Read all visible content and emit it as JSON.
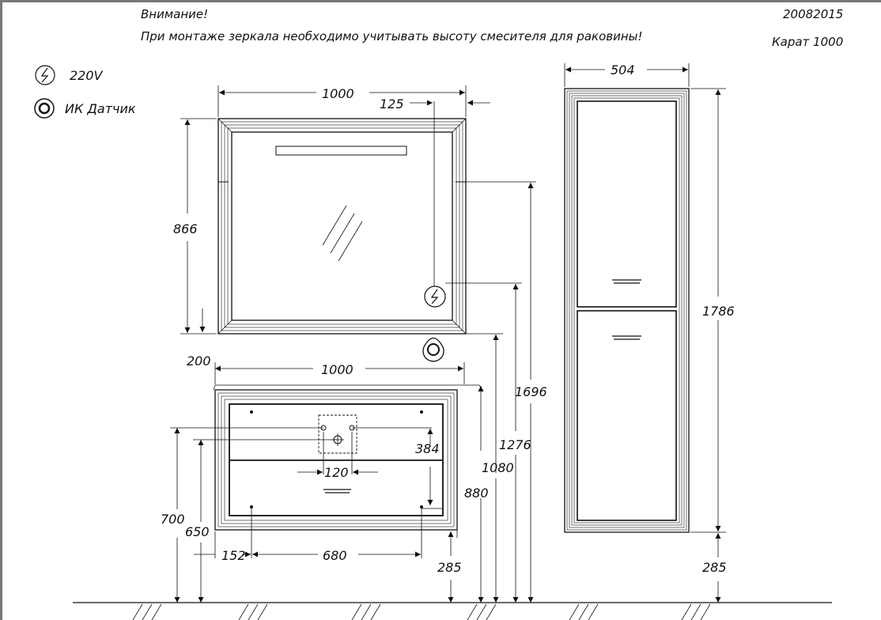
{
  "header": {
    "warning_title": "Внимание!",
    "warning_text": "При монтаже зеркала необходимо учитывать высоту смесителя для раковины!",
    "doc_code": "20082015",
    "model": "Карат 1000"
  },
  "legend": {
    "power_label": "220V",
    "power_icon": "lightning-icon",
    "sensor_label": "ИК Датчик",
    "sensor_icon": "ir-sensor-icon"
  },
  "dimensions": {
    "mirror_width": "1000",
    "mirror_height": "866",
    "sensor_offset": "125",
    "cabinet_width": "1000",
    "cabinet_depth": "200",
    "drawer_height": "384",
    "pipe_spacing": "120",
    "mount_spacing": "680",
    "mount_offset": "152",
    "cabinet_floor_gap": "285",
    "outlet_height_700": "700",
    "outlet_height_650": "650",
    "cabinet_top": "880",
    "mirror_bottom": "1080",
    "socket_height": "1276",
    "mirror_top": "1696",
    "tall_width": "504",
    "tall_height": "1786",
    "tall_floor_gap": "285"
  }
}
